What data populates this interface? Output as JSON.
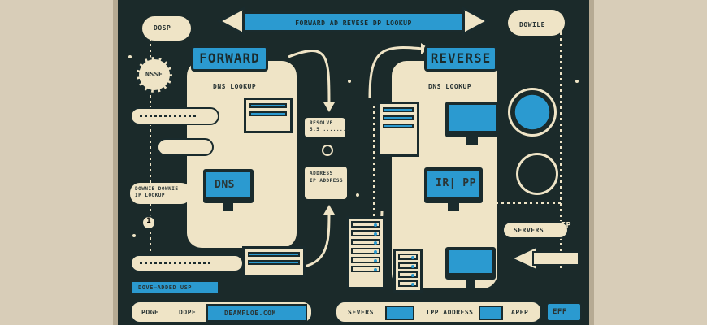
{
  "header": {
    "banner": "FORWARD AD REVESE DP LOOKUP"
  },
  "left": {
    "title": "FORWARD",
    "subtitle": "DNS LOOKUP",
    "dns_label": "DNS",
    "note_domain": "DOWNIE DOWNIE\nIP LOOKUP",
    "bar_label": "DOVE—ADDED USP",
    "page": "POGE",
    "dope": "DOPE",
    "example": "DEAMFLOE.COM",
    "cloud_left": "DOSP",
    "circle_label": "NSSE",
    "num": "1"
  },
  "center": {
    "resolve": "RESOLVE\n5.5 ........",
    "address": "ADDRESS\nIP ADDRESS"
  },
  "right": {
    "title": "REVERSE",
    "subtitle": "DNS LOOKUP",
    "irpp": "IR| PP",
    "servers_pill": "SERVERS",
    "ip": "IP",
    "cloud_right": "DOWILE",
    "servers": "SEVERS",
    "ipp": "IPP ADDRESS",
    "apep": "APEP",
    "corner": "EFF"
  },
  "colors": {
    "blue": "#2b9ad0",
    "dark": "#1b2a2a",
    "cream": "#efe4c6"
  }
}
